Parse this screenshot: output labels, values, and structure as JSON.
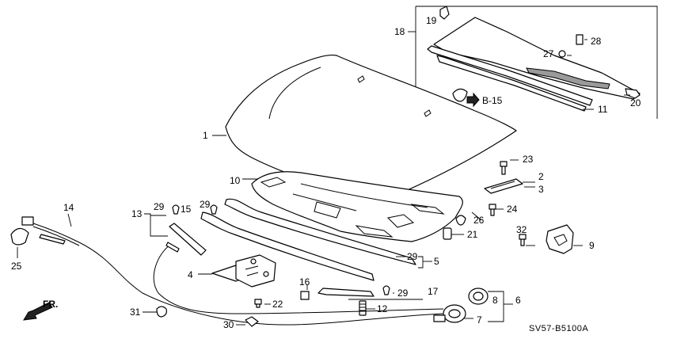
{
  "diagram_code": "SV57-B5100A",
  "ref_label": "B-15",
  "front_label": "FR.",
  "callouts": {
    "c1": "1",
    "c2": "2",
    "c3": "3",
    "c4": "4",
    "c5": "5",
    "c6": "6",
    "c7": "7",
    "c8": "8",
    "c9": "9",
    "c10": "10",
    "c11": "11",
    "c12": "12",
    "c13": "13",
    "c14": "14",
    "c15": "15",
    "c16": "16",
    "c17": "17",
    "c18": "18",
    "c19": "19",
    "c20": "20",
    "c21": "21",
    "c22": "22",
    "c23": "23",
    "c24": "24",
    "c25": "25",
    "c26": "26",
    "c27": "27",
    "c28": "28",
    "c29a": "29",
    "c29b": "29",
    "c29c": "29",
    "c29d": "29",
    "c30": "30",
    "c31": "31",
    "c32": "32"
  }
}
